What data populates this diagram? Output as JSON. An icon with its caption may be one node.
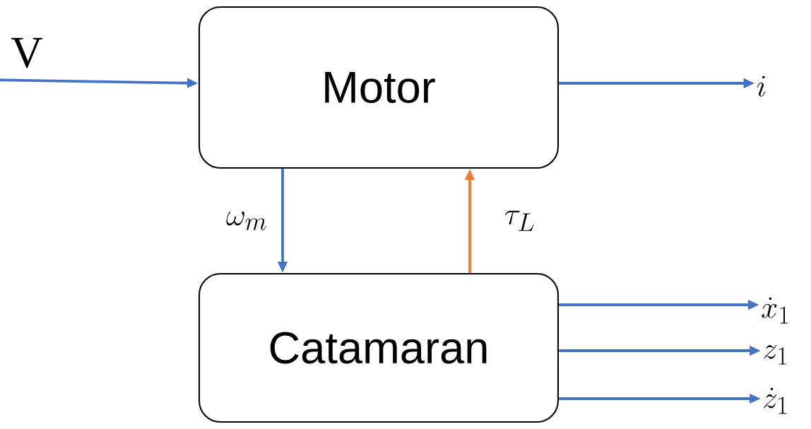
{
  "diagram": {
    "nodes": [
      {
        "text": [
          "Motor"
        ]
      },
      {
        "text": [
          "Catamaran"
        ]
      },
      {
        "text": [
          "V"
        ]
      },
      {
        "text": [
          "i"
        ]
      },
      {
        "text": [
          "\\dot{x}_1"
        ]
      },
      {
        "text": [
          "z_1"
        ]
      },
      {
        "text": [
          "\\dot{z}_1"
        ]
      }
    ],
    "edges": [
      {
        "from": 2,
        "to": 0,
        "arrow": "to"
      },
      {
        "from": 0,
        "to": 3,
        "arrow": "to"
      },
      {
        "from": 0,
        "to": 1,
        "arrow": "to",
        "label": "\\omega_m"
      },
      {
        "from": 1,
        "to": 0,
        "arrow": "to",
        "label": "\\tau_L",
        "color": "#ed7d31"
      },
      {
        "from": 1,
        "to": 4,
        "arrow": "to"
      },
      {
        "from": 1,
        "to": 5,
        "arrow": "to"
      },
      {
        "from": 1,
        "to": 6,
        "arrow": "to"
      }
    ]
  }
}
